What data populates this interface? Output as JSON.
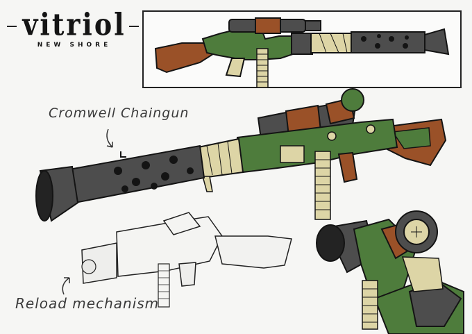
{
  "logo": {
    "title": "vitriol",
    "subtitle": "NEW SHORE"
  },
  "labels": {
    "weapon_name": "Cromwell Chaingun",
    "reload": "Reload mechanism"
  },
  "colors": {
    "gun_metal": "#4d4d4d",
    "camo_green": "#4e7c3c",
    "wood_brown": "#9a5128",
    "brass": "#ddd5a6",
    "outline": "#141414",
    "paper": "#f6f6f4"
  },
  "icons": [
    "pointer-arrow",
    "pointer-arrow"
  ]
}
